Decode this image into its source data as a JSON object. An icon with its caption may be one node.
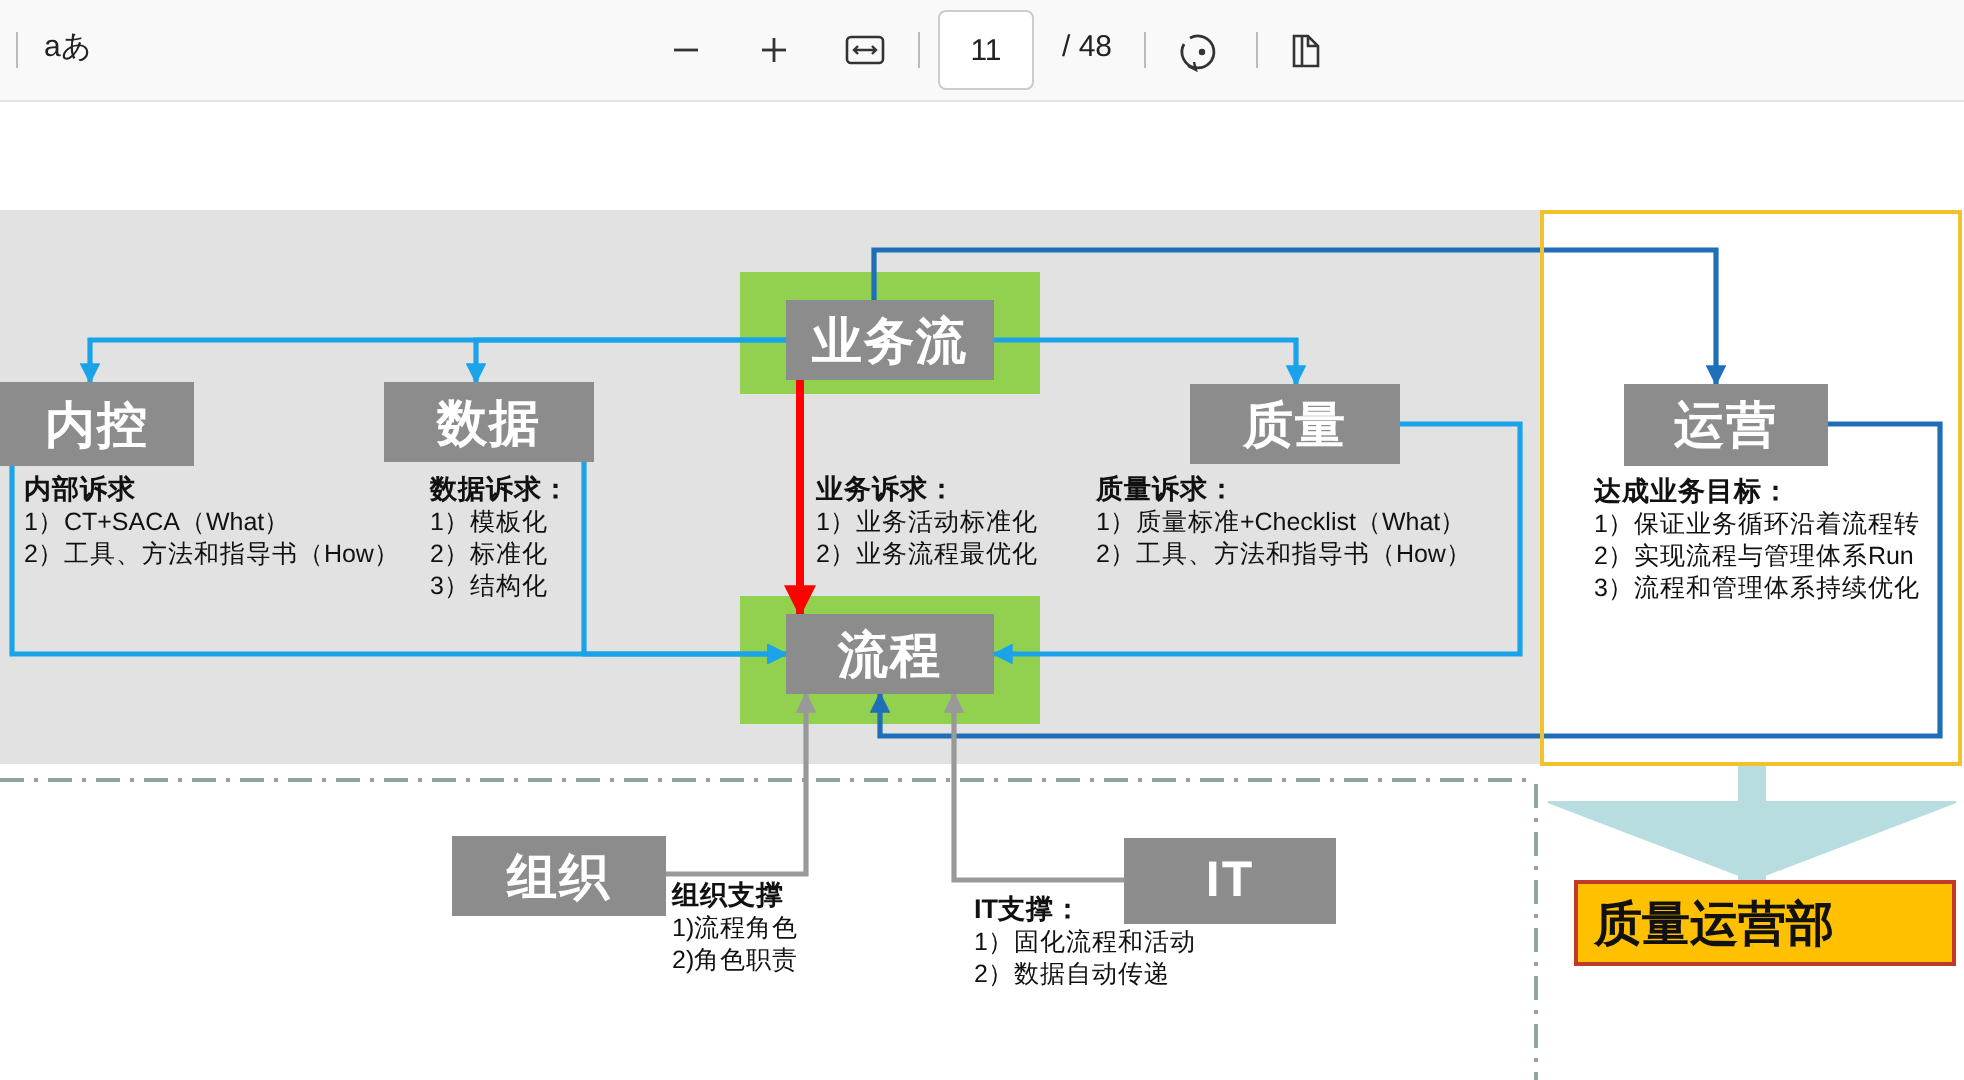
{
  "diagram": {
    "nodes": [
      {
        "text": [
          "业务流"
        ],
        "beside": [
          "业务诉求：",
          "1）业务活动标准化",
          "2）业务流程最优化"
        ]
      },
      {
        "text": [
          "内控"
        ],
        "beside": [
          "内部诉求",
          "1）CT+SACA（What）",
          "2）工具、方法和指导书（How）"
        ]
      },
      {
        "text": [
          "数据"
        ],
        "beside": [
          "数据诉求：",
          "1）模板化",
          "2）标准化",
          "3）结构化"
        ]
      },
      {
        "text": [
          "质量"
        ],
        "beside": [
          "质量诉求：",
          "1）质量标准+Checklist（What）",
          "2）工具、方法和指导书（How）"
        ]
      },
      {
        "text": [],
        "shape": "box"
      },
      {
        "text": [
          "运营"
        ],
        "in": 4,
        "beside": [
          "达成业务目标：",
          "1）保证业务循环沿着流程转",
          "2）实现流程与管理体系Run",
          "3）流程和管理体系持续优化"
        ]
      },
      {
        "text": [
          "流程"
        ]
      },
      {
        "text": [
          "组织"
        ],
        "beside": [
          "组织支撑",
          "1)流程角色",
          "2)角色职责"
        ]
      },
      {
        "text": [
          "IT"
        ],
        "beside": [
          "IT支撑：",
          "1）固化流程和活动",
          "2）数据自动传递"
        ]
      },
      {
        "text": [
          "质量运营部"
        ]
      }
    ],
    "edges": [
      {
        "from": 0,
        "to": 1,
        "arrow": "to"
      },
      {
        "from": 0,
        "to": 2,
        "arrow": "to"
      },
      {
        "from": 0,
        "to": 3,
        "arrow": "to"
      },
      {
        "from": 0,
        "to": 5,
        "arrow": "to",
        "color": "#1e6eb8"
      },
      {
        "from": 0,
        "to": 6,
        "arrow": "to",
        "color": "#ff0000"
      },
      {
        "from": 1,
        "to": 6,
        "arrow": "to"
      },
      {
        "from": 2,
        "to": 6,
        "arrow": "to"
      },
      {
        "from": 3,
        "to": 6,
        "arrow": "to"
      },
      {
        "from": 5,
        "to": 6,
        "arrow": "to",
        "color": "#1e6eb8"
      },
      {
        "from": 7,
        "to": 6,
        "arrow": "to",
        "color": "#999999"
      },
      {
        "from": 8,
        "to": 6,
        "arrow": "to",
        "color": "#999999"
      },
      {
        "from": 4,
        "to": 9,
        "arrow": "to",
        "style": "thick",
        "color": "#b7dde0"
      }
    ],
    "labels": [
      "aあ",
      "11",
      "/ 48"
    ]
  }
}
